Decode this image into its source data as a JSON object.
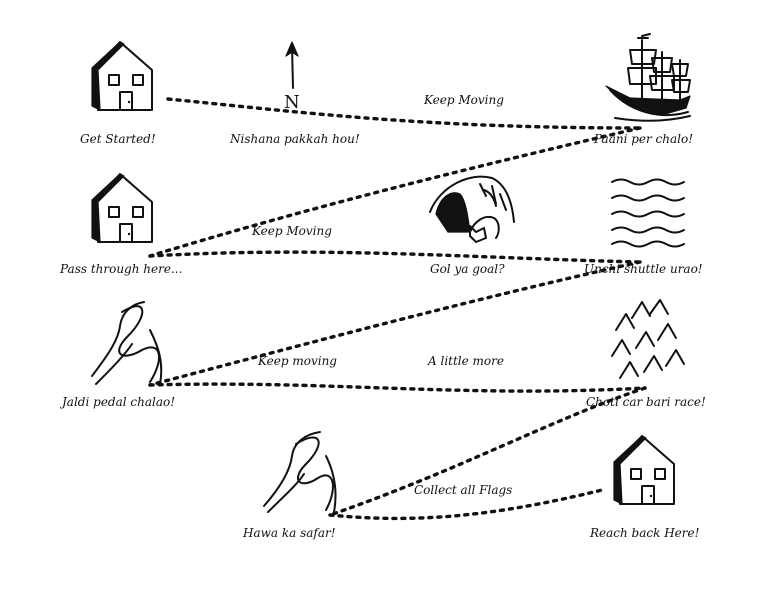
{
  "map": {
    "stops": [
      {
        "id": "start",
        "label": "Get Started!",
        "icon": "house-icon"
      },
      {
        "id": "compass",
        "label": "Nishana pakkah hou!",
        "icon": "north-arrow-icon"
      },
      {
        "id": "ship",
        "label": "Paani per chalo!",
        "icon": "ship-icon"
      },
      {
        "id": "house2",
        "label": "Pass through here...",
        "icon": "house-icon"
      },
      {
        "id": "cave",
        "label": "Gol ya goal?",
        "icon": "cave-icon"
      },
      {
        "id": "waves",
        "label": "Unchi shuttle urao!",
        "icon": "waves-icon"
      },
      {
        "id": "road1",
        "label": "Jaldi pedal chalao!",
        "icon": "winding-road-icon"
      },
      {
        "id": "mountains",
        "label": "Choti car bari race!",
        "icon": "mountains-icon"
      },
      {
        "id": "road2",
        "label": "Hawa ka safar!",
        "icon": "winding-road-icon"
      },
      {
        "id": "finish",
        "label": "Reach back Here!",
        "icon": "house-icon"
      }
    ],
    "path_labels": {
      "keep_moving_1": "Keep Moving",
      "keep_moving_2": "Keep Moving",
      "keep_moving_3": "Keep moving",
      "a_little_more": "A little more",
      "collect_flags": "Collect all Flags"
    },
    "compass_letter": "N"
  }
}
